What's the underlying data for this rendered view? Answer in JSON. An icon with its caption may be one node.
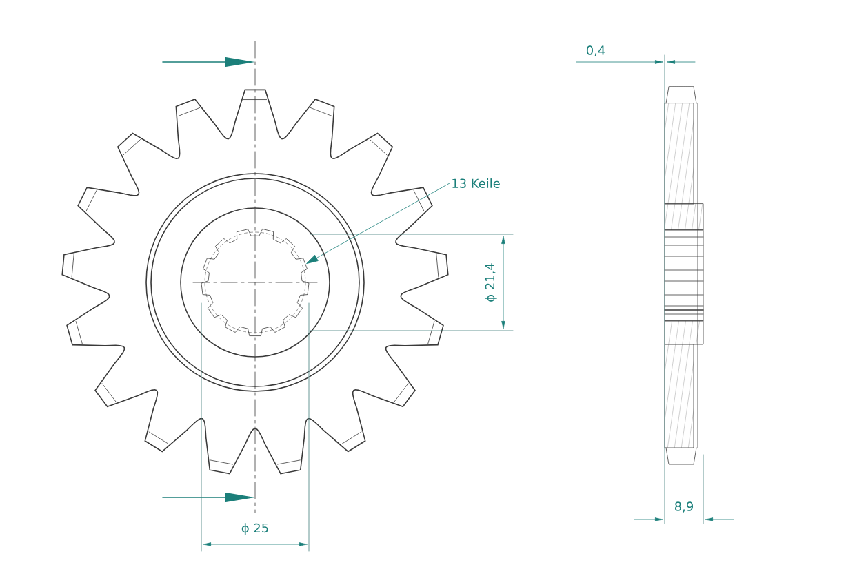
{
  "diagram": {
    "nodes": [
      {
        "text": [
          "13 Keile"
        ]
      },
      {
        "text": [],
        "shape": "circle"
      }
    ],
    "edges": [
      {
        "from": 0,
        "to": 1,
        "arrow": "to"
      }
    ],
    "labels": [
      "0,4",
      "ϕ 21,4",
      "ϕ 25",
      "8,9"
    ]
  }
}
